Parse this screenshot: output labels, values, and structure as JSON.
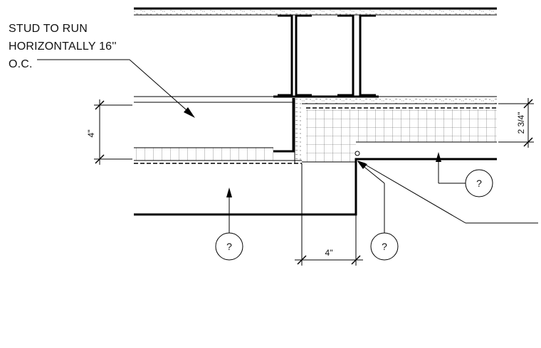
{
  "note": {
    "lines": [
      "STUD TO RUN",
      "HORIZONTALLY 16''",
      "O.C."
    ]
  },
  "dimensions": {
    "left_vertical": "4\"",
    "right_vertical": "2 3/4\"",
    "bottom_horizontal": "4\""
  },
  "callouts": {
    "tag_1": "?",
    "tag_2": "?",
    "tag_3": "?"
  }
}
